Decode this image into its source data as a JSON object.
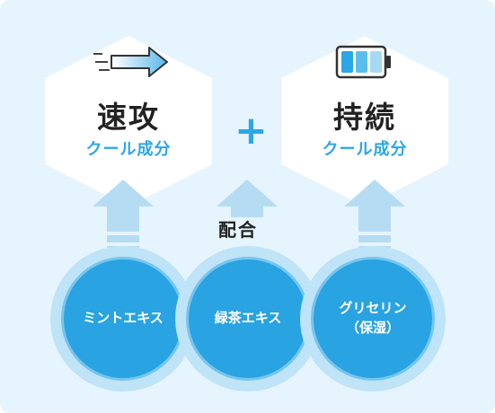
{
  "left_hex": {
    "title": "速攻",
    "subtitle": "クール成分"
  },
  "right_hex": {
    "title": "持続",
    "subtitle": "クール成分"
  },
  "plus_sign": "+",
  "combine_label": "配合",
  "ingredients": [
    {
      "label": "ミントエキス"
    },
    {
      "label": "緑茶エキス"
    },
    {
      "label": "グリセリン\n（保湿）"
    }
  ],
  "colors": {
    "background": "#e6f4fd",
    "accent": "#2aa7e6",
    "circle_fill": "#29a3e2",
    "circle_halo": "#bfe3f7",
    "arrow": "#b6dcf3",
    "text_dark": "#222222",
    "hex_fill": "#ffffff"
  },
  "icons": {
    "left": "speed-arrow-icon",
    "right": "battery-icon"
  }
}
